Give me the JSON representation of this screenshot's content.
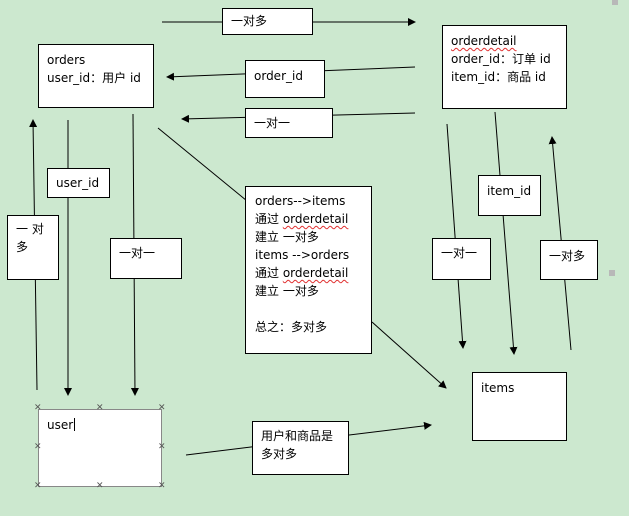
{
  "entities": {
    "orders": {
      "name": "orders",
      "field": "user_id：用户 id"
    },
    "orderdetail": {
      "name": "orderdetail",
      "field1": "order_id：订单 id",
      "field2": "item_id：商品 id"
    },
    "user": {
      "name": "user"
    },
    "items": {
      "name": "items"
    }
  },
  "labels": {
    "top_one_to_many": "一对多",
    "order_id": "order_id",
    "mid_one_to_one": "一对一",
    "user_id": "user_id",
    "left_one_to_many_a": "一 对",
    "left_one_to_many_b": "多",
    "left_one_to_one": "一对一",
    "item_id": "item_id",
    "right_one_to_one": "一对一",
    "right_one_to_many": "一对多",
    "user_items_a": "用户和商品是",
    "user_items_b": "多对多"
  },
  "note": {
    "l1": "orders-->items",
    "l2_pre": "通过 ",
    "l2_word": "orderdetail",
    "l3": "建立 一对多",
    "l4": "items -->orders",
    "l5_pre": "通过 ",
    "l5_word": "orderdetail",
    "l6": "建立 一对多",
    "l7": "总之：多对多"
  }
}
